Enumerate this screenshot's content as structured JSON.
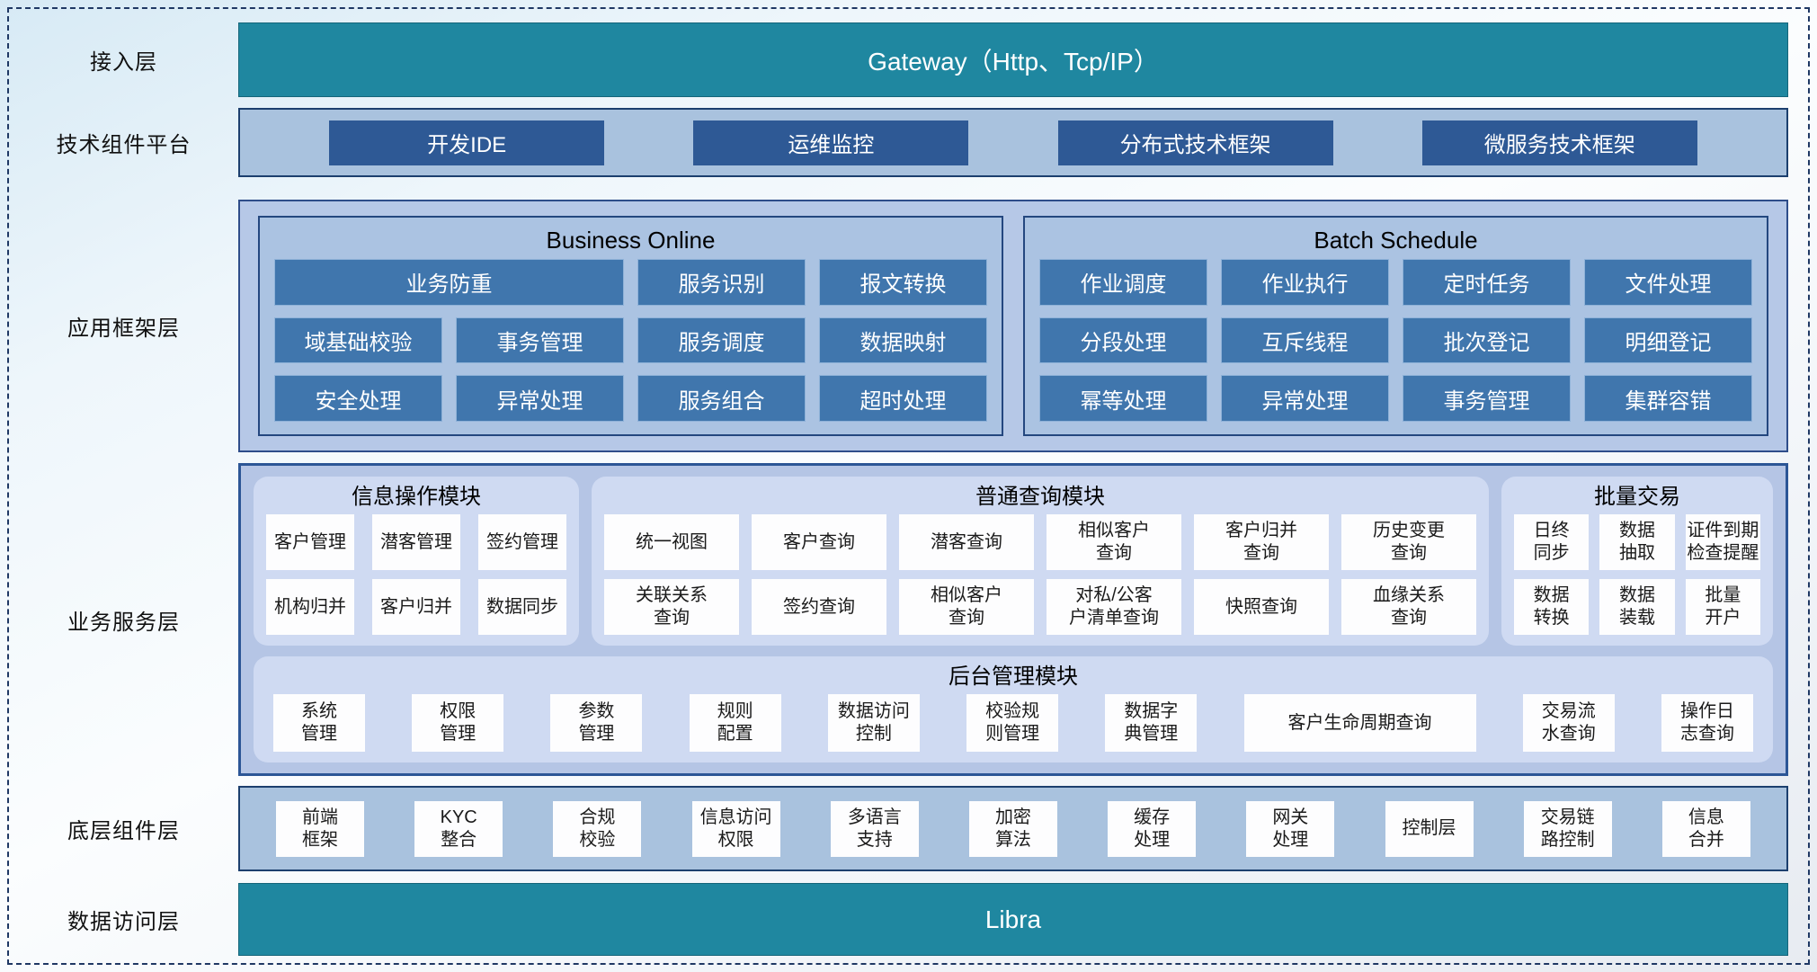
{
  "colors": {
    "teal": "#1f87a0",
    "dark_blue_button": "#2e5995",
    "mid_blue_button": "#4076ad",
    "panel_blue": "#abc3e2",
    "container_blue": "#b6c8e7",
    "module_blue": "#cfdaf2",
    "border_navy": "#1f3864",
    "card_white": "#fdfdfe"
  },
  "access_layer": {
    "label": "接入层",
    "bar": "Gateway（Http、Tcp/IP）"
  },
  "tech_platform": {
    "label": "技术组件平台",
    "items": [
      "开发IDE",
      "运维监控",
      "分布式技术框架",
      "微服务技术框架"
    ]
  },
  "app_framework": {
    "label": "应用框架层",
    "business_online": {
      "title": "Business Online",
      "items": [
        "业务防重",
        "服务识别",
        "报文转换",
        "域基础校验",
        "事务管理",
        "服务调度",
        "数据映射",
        "安全处理",
        "异常处理",
        "服务组合",
        "超时处理"
      ]
    },
    "batch_schedule": {
      "title": "Batch Schedule",
      "items": [
        "作业调度",
        "作业执行",
        "定时任务",
        "文件处理",
        "分段处理",
        "互斥线程",
        "批次登记",
        "明细登记",
        "幂等处理",
        "异常处理",
        "事务管理",
        "集群容错"
      ]
    }
  },
  "business_service": {
    "label": "业务服务层",
    "info_module": {
      "title": "信息操作模块",
      "items": [
        "客户管理",
        "潜客管理",
        "签约管理",
        "机构归并",
        "客户归并",
        "数据同步"
      ]
    },
    "query_module": {
      "title": "普通查询模块",
      "items": [
        "统一视图",
        "客户查询",
        "潜客查询",
        "相似客户\n查询",
        "客户归并\n查询",
        "历史变更\n查询",
        "关联关系\n查询",
        "签约查询",
        "相似客户\n查询",
        "对私/公客\n户清单查询",
        "快照查询",
        "血缘关系\n查询"
      ]
    },
    "batch_module": {
      "title": "批量交易",
      "items": [
        "日终\n同步",
        "数据\n抽取",
        "证件到期\n检查提醒",
        "数据\n转换",
        "数据\n装载",
        "批量\n开户"
      ]
    },
    "admin_module": {
      "title": "后台管理模块",
      "items": [
        "系统\n管理",
        "权限\n管理",
        "参数\n管理",
        "规则\n配置",
        "数据访问\n控制",
        "校验规\n则管理",
        "数据字\n典管理",
        "客户生命周期查询",
        "交易流\n水查询",
        "操作日\n志查询"
      ]
    }
  },
  "base_components": {
    "label": "底层组件层",
    "items": [
      "前端\n框架",
      "KYC\n整合",
      "合规\n校验",
      "信息访问\n权限",
      "多语言\n支持",
      "加密\n算法",
      "缓存\n处理",
      "网关\n处理",
      "控制层",
      "交易链\n路控制",
      "信息\n合并"
    ]
  },
  "data_access": {
    "label": "数据访问层",
    "bar": "Libra"
  }
}
